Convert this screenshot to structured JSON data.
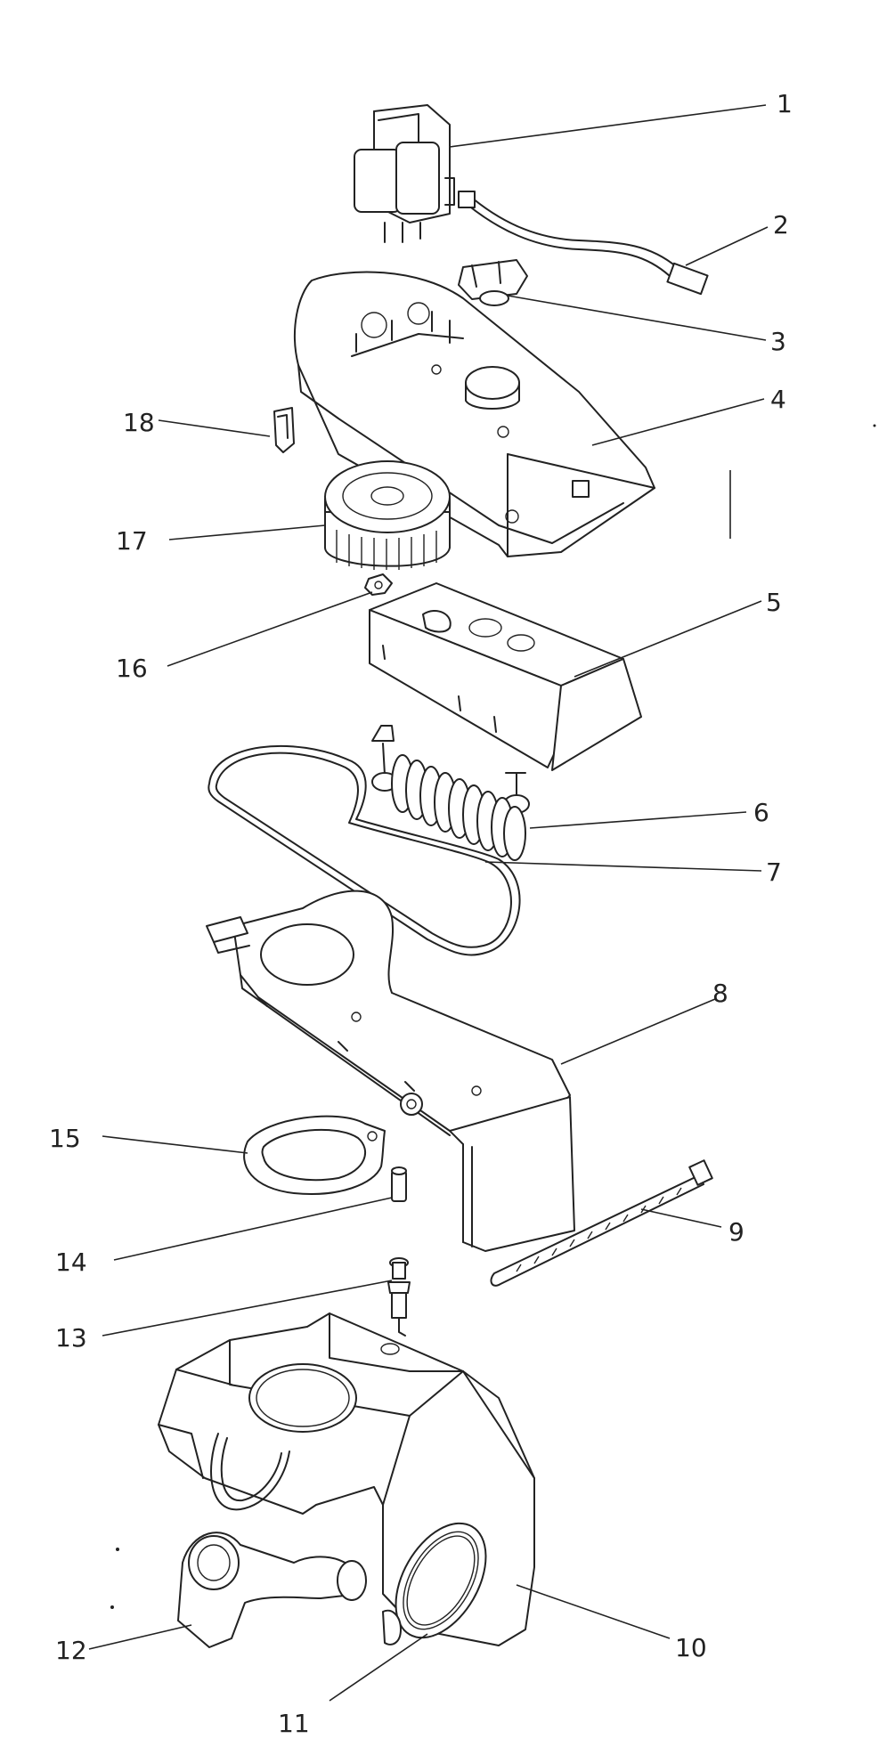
{
  "callouts": {
    "c1": "1",
    "c2": "2",
    "c3": "3",
    "c4": "4",
    "c5": "5",
    "c6": "6",
    "c7": "7",
    "c8": "8",
    "c9": "9",
    "c10": "10",
    "c11": "11",
    "c12": "12",
    "c13": "13",
    "c14": "14",
    "c15": "15",
    "c16": "16",
    "c17": "17",
    "c18": "18"
  },
  "colors": {
    "ink": "#222222",
    "background": "#ffffff"
  }
}
